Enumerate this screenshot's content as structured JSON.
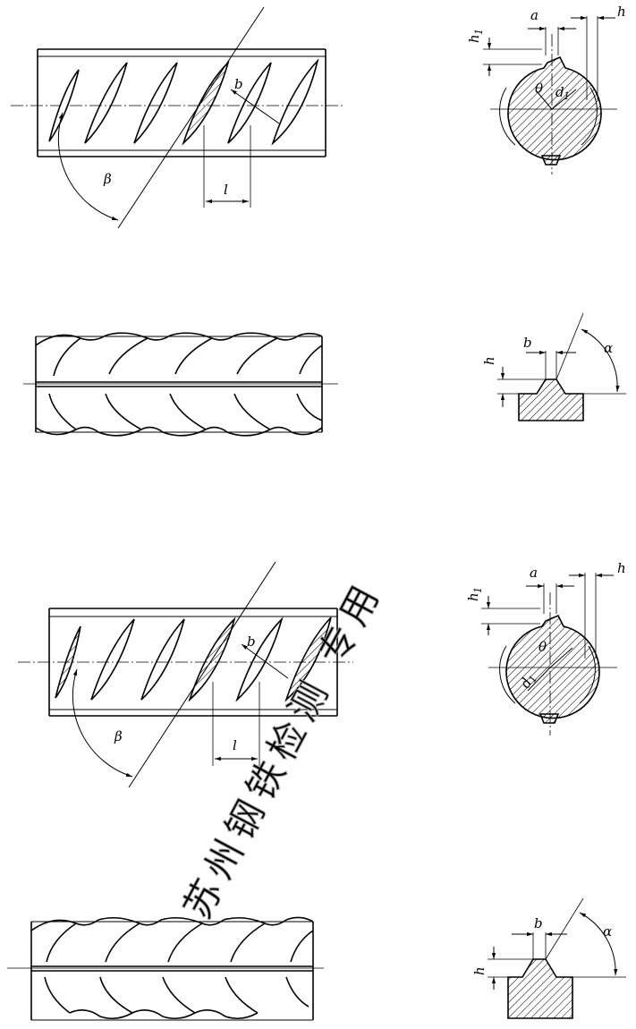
{
  "labels": {
    "a": "a",
    "b": "b",
    "h": "h",
    "h1_main": "h",
    "h1_sub": "1",
    "d1_main": "d",
    "d1_sub": "1",
    "l": "l",
    "alpha": "α",
    "beta": "β",
    "theta": "θ"
  },
  "watermark": "苏州钢铁检测 专用",
  "colors": {
    "ink": "#000000",
    "watermark": "#9a9a9a",
    "background": "#ffffff"
  }
}
